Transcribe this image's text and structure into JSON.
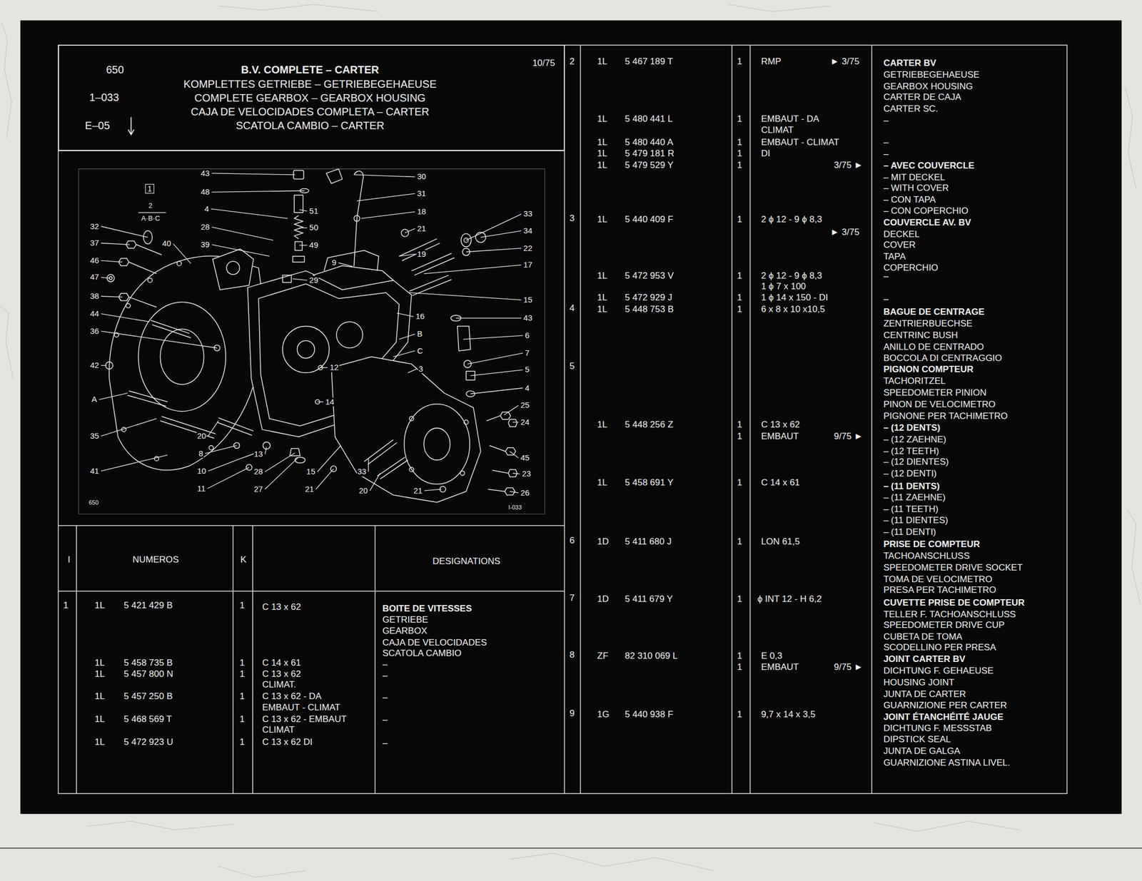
{
  "diagram": {
    "title": "B.V. COMPLETE – CARTER",
    "nodes": [
      {
        "text": [
          "650",
          "1–033",
          "E–05",
          "KOMPLETTES GETRIEBE – GETRIEBEGEHAEUSE",
          "COMPLETE GEARBOX – GEARBOX HOUSING",
          "CAJA DE VELOCIDADES COMPLETA – CARTER",
          "SCATOLA CAMBIO – CARTER"
        ]
      },
      {
        "text": [
          "1"
        ]
      }
    ],
    "labels": [
      "43",
      "48",
      "4",
      "28",
      "39",
      "32",
      "37",
      "46",
      "47",
      "38",
      "44",
      "36",
      "42",
      "A",
      "35",
      "41",
      "40",
      "51",
      "50",
      "49",
      "9",
      "29",
      "30",
      "31",
      "18",
      "21",
      "19",
      "16",
      "B",
      "C",
      "3",
      "12",
      "14",
      "33",
      "34",
      "22",
      "17",
      "15",
      "43",
      "6",
      "7",
      "5",
      "4",
      "25",
      "24",
      "45",
      "23",
      "26",
      "20",
      "8",
      "10",
      "11",
      "13",
      "28",
      "27",
      "15",
      "21",
      "33",
      "20",
      "21",
      "2",
      "A·B·C",
      "650",
      "I-033",
      "10/75",
      "I",
      "NUMEROS",
      "K",
      "DESIGNATIONS",
      "1",
      "1L",
      "5 421 429 B",
      "1",
      "C 13 x 62",
      "BOITE DE VITESSES",
      "GETRIEBE",
      "GEARBOX",
      "CAJA DE VELOCIDADES",
      "SCATOLA CAMBIO",
      "1L",
      "5 458 735 B",
      "1",
      "C 14 x 61",
      "–",
      "1L",
      "5 457 800 N",
      "1",
      "C 13 x 62 CLIMAT.",
      "–",
      "1L",
      "5 457 250 B",
      "1",
      "C 13 x 62 - DA EMBAUT - CLIMAT",
      "–",
      "1L",
      "5 468 569 T",
      "1",
      "C 13 x 62 - EMBAUT CLIMAT",
      "–",
      "1L",
      "5 472 923 U",
      "1",
      "C 13 x 62 DI",
      "–",
      "2",
      "1L",
      "5 467 189 T",
      "1",
      "RMP",
      "► 3/75",
      "CARTER BV",
      "GETRIEBEGEHAEUSE",
      "GEARBOX HOUSING",
      "CARTER DE CAJA",
      "CARTER SC.",
      "1L",
      "5 480 441 L",
      "1",
      "EMBAUT - DA CLIMAT",
      "–",
      "1L",
      "5 480 440 A",
      "1",
      "EMBAUT - CLIMAT",
      "–",
      "1L",
      "5 479 181 R",
      "1",
      "DI",
      "–",
      "1L",
      "5 479 529 Y",
      "1",
      "3/75 ►",
      "– AVEC COUVERCLE",
      "– MIT DECKEL",
      "– WITH COVER",
      "– CON TAPA",
      "– CON COPERCHIO",
      "3",
      "1L",
      "5 440 409 F",
      "1",
      "2 ϕ 12 - 9 ϕ 8,3",
      "► 3/75",
      "COUVERCLE AV. BV",
      "DECKEL",
      "COVER",
      "TAPA",
      "COPERCHIO",
      "1L",
      "5 472 953 V",
      "1",
      "2 ϕ 12 - 9 ϕ 8,3",
      "1 ϕ 7 x 100",
      "–",
      "1L",
      "5 472 929 J",
      "1",
      "1 ϕ 14 x 150 - DI",
      "–",
      "4",
      "1L",
      "5 448 753 B",
      "1",
      "6 x 8 x 10 x10,5",
      "BAGUE DE CENTRAGE",
      "ZENTRIERBUECHSE",
      "CENTRINC BUSH",
      "ANILLO DE CENTRADO",
      "BOCCOLA DI CENTRAGGIO",
      "5",
      "PIGNON COMPTEUR",
      "TACHORITZEL",
      "SPEEDOMETER PINION",
      "PINON DE VELOCIMETRO",
      "PIGNONE PER TACHIMETRO",
      "1L",
      "5 448 256 Z",
      "1",
      "C 13 x 62",
      "1",
      "EMBAUT",
      "9/75 ►",
      "– (12 DENTS)",
      "– (12 ZAEHNE)",
      "– (12 TEETH)",
      "– (12 DIENTES)",
      "– (12 DENTI)",
      "1L",
      "5 458 691 Y",
      "1",
      "C 14 x 61",
      "– (11 DENTS)",
      "– (11 ZAEHNE)",
      "– (11 TEETH)",
      "– (11 DIENTES)",
      "– (11 DENTI)",
      "6",
      "1D",
      "5 411 680 J",
      "1",
      "LON 61,5",
      "PRISE DE COMPTEUR",
      "TACHOANSCHLUSS",
      "SPEEDOMETER DRIVE SOCKET",
      "TOMA DE VELOCIMETRO",
      "PRESA PER TACHIMETRO",
      "7",
      "1D",
      "5 411 679 Y",
      "1",
      "ϕ INT 12 - H 6,2",
      "CUVETTE PRISE DE COMPTEUR",
      "TELLER F. TACHOANSCHLUSS",
      "SPEEDOMETER DRIVE CUP",
      "CUBETA DE TOMA",
      "SCODELLINO PER PRESA",
      "8",
      "ZF",
      "82 310 069 L",
      "1",
      "E 0,3",
      "1",
      "EMBAUT",
      "9/75 ►",
      "JOINT CARTER BV",
      "DICHTUNG F. GEHAEUSE",
      "HOUSING JOINT",
      "JUNTA DE CARTER",
      "GUARNIZIONE PER CARTER",
      "9",
      "1G",
      "5 440 938 F",
      "1",
      "9,7 x 14 x 3,5",
      "JOINT ÉTANCHÉITÉ JAUGE",
      "DICHTUNG F. MESSSTAB",
      "DIPSTICK SEAL",
      "JUNTA DE GALGA",
      "GUARNIZIONE ASTINA LIVEL."
    ]
  }
}
